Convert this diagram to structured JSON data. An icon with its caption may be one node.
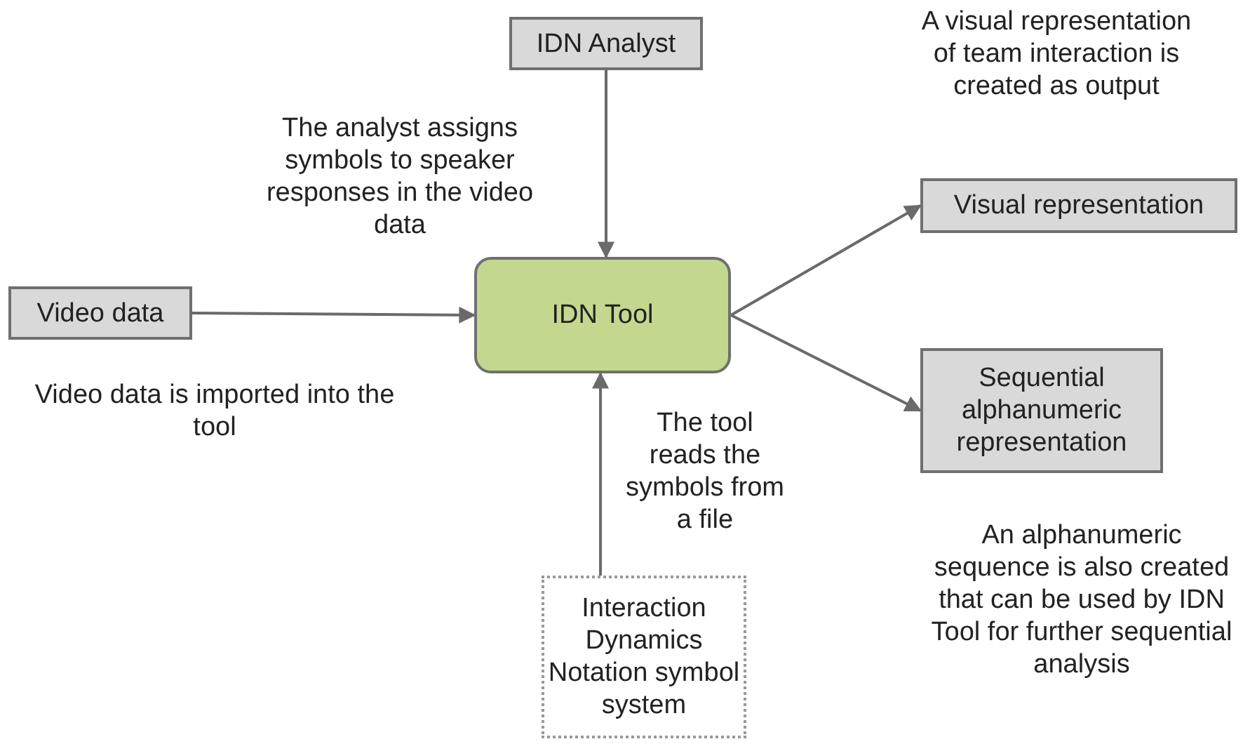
{
  "diagram": {
    "nodes": [
      {
        "text": [
          "IDN Analyst"
        ]
      },
      {
        "text": [
          "Video data"
        ]
      },
      {
        "text": [
          "IDN Tool"
        ]
      },
      {
        "text": [
          "Visual representation"
        ]
      },
      {
        "text": [
          "Sequential alphanumeric representation"
        ]
      },
      {
        "text": [
          "Interaction Dynamics Notation symbol system"
        ]
      }
    ],
    "edges": [
      {
        "from": 0,
        "to": 2,
        "arrow": "to"
      },
      {
        "from": 1,
        "to": 2,
        "arrow": "to"
      },
      {
        "from": 2,
        "to": 3,
        "arrow": "to"
      },
      {
        "from": 2,
        "to": 4,
        "arrow": "to"
      },
      {
        "from": 5,
        "to": 2,
        "arrow": "to"
      }
    ],
    "labels": [
      "A visual representation of team interaction is created as output",
      "The analyst assigns symbols to speaker responses in the video data",
      "Video data is imported into the tool",
      "The tool reads the symbols from a file",
      "An alphanumeric sequence is also created that can be used by IDN Tool for further sequential analysis"
    ]
  }
}
